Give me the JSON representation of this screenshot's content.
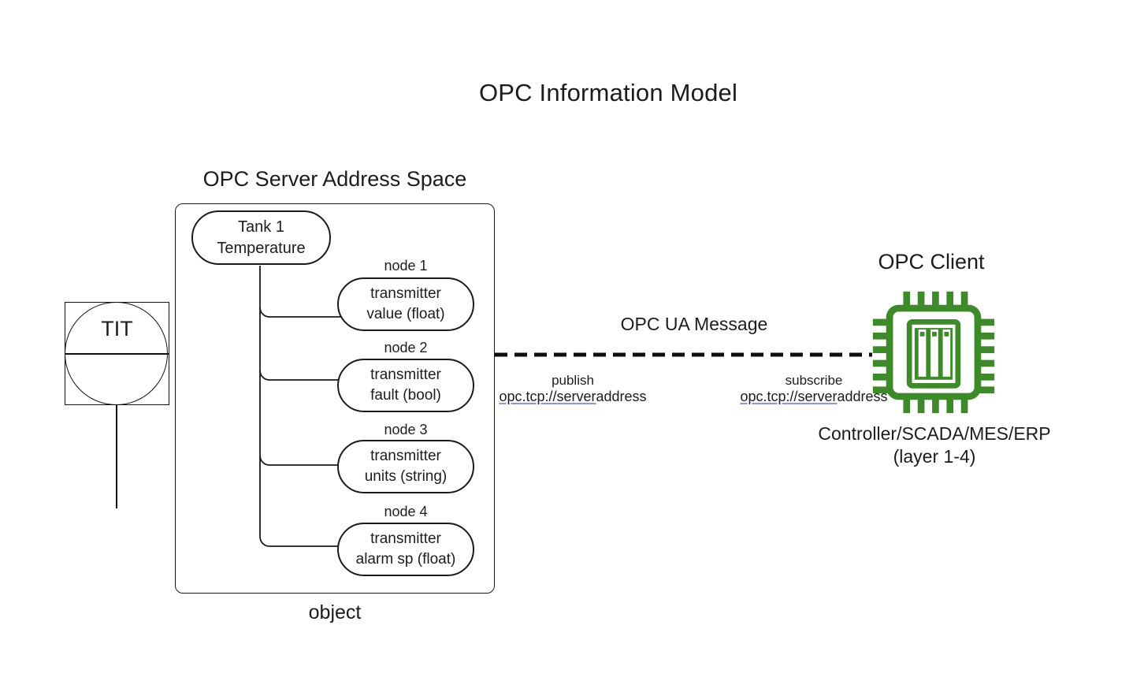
{
  "title": "OPC Information Model",
  "server": {
    "heading": "OPC Server Address Space",
    "root_node": {
      "line1": "Tank 1",
      "line2": "Temperature"
    },
    "nodes": [
      {
        "id_label": "node 1",
        "line1": "transmitter",
        "line2": "value (float)"
      },
      {
        "id_label": "node 2",
        "line1": "transmitter",
        "line2": "fault (bool)"
      },
      {
        "id_label": "node 3",
        "line1": "transmitter",
        "line2": "units (string)"
      },
      {
        "id_label": "node 4",
        "line1": "transmitter",
        "line2": "alarm sp (float)"
      }
    ],
    "caption": "object"
  },
  "instrument": {
    "tag": "TIT"
  },
  "message": {
    "heading": "OPC UA Message",
    "publish": {
      "action": "publish",
      "address_link": "opc.tcp://server",
      "address_rest": "address"
    },
    "subscribe": {
      "action": "subscribe",
      "address_link": "opc.tcp://server",
      "address_rest": "address"
    }
  },
  "client": {
    "heading": "OPC Client",
    "icon": "chip-icon",
    "caption_line1": "Controller/SCADA/MES/ERP",
    "caption_line2": "(layer 1-4)"
  },
  "colors": {
    "chip_green": "#3C8A28",
    "link_underline": "#8f8fff",
    "ink": "#1c1c1c"
  }
}
